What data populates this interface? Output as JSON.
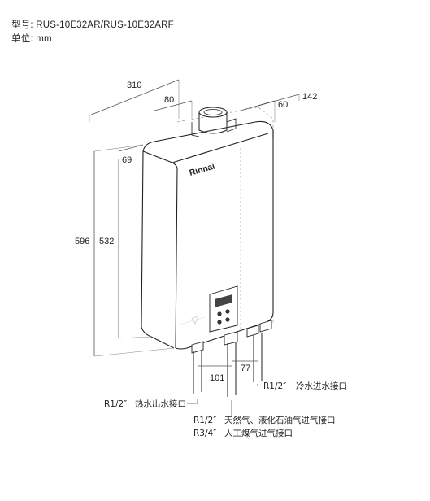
{
  "header": {
    "model": "型号: RUS-10E32AR/RUS-10E32ARF",
    "unit": "单位: mm"
  },
  "dimensions": {
    "width_total": "310",
    "flue_offset": "80",
    "depth_top": "60",
    "depth_total": "142",
    "top_offset": "69",
    "height_total": "596",
    "height_body": "532",
    "pipe_spacing_a": "101",
    "pipe_spacing_b": "77"
  },
  "brand": "Rinnai",
  "connections": {
    "hot_water": {
      "size": "R1/2″",
      "name": "热水出水接口"
    },
    "cold_water": {
      "size": "R1/2″",
      "name": "冷水进水接口"
    },
    "gas_line1_size": "R1/2″",
    "gas_line1_name": "天然气、液化石油气进气接口",
    "gas_line2_size": "R3/4″",
    "gas_line2_name": "人工煤气进气接口"
  }
}
